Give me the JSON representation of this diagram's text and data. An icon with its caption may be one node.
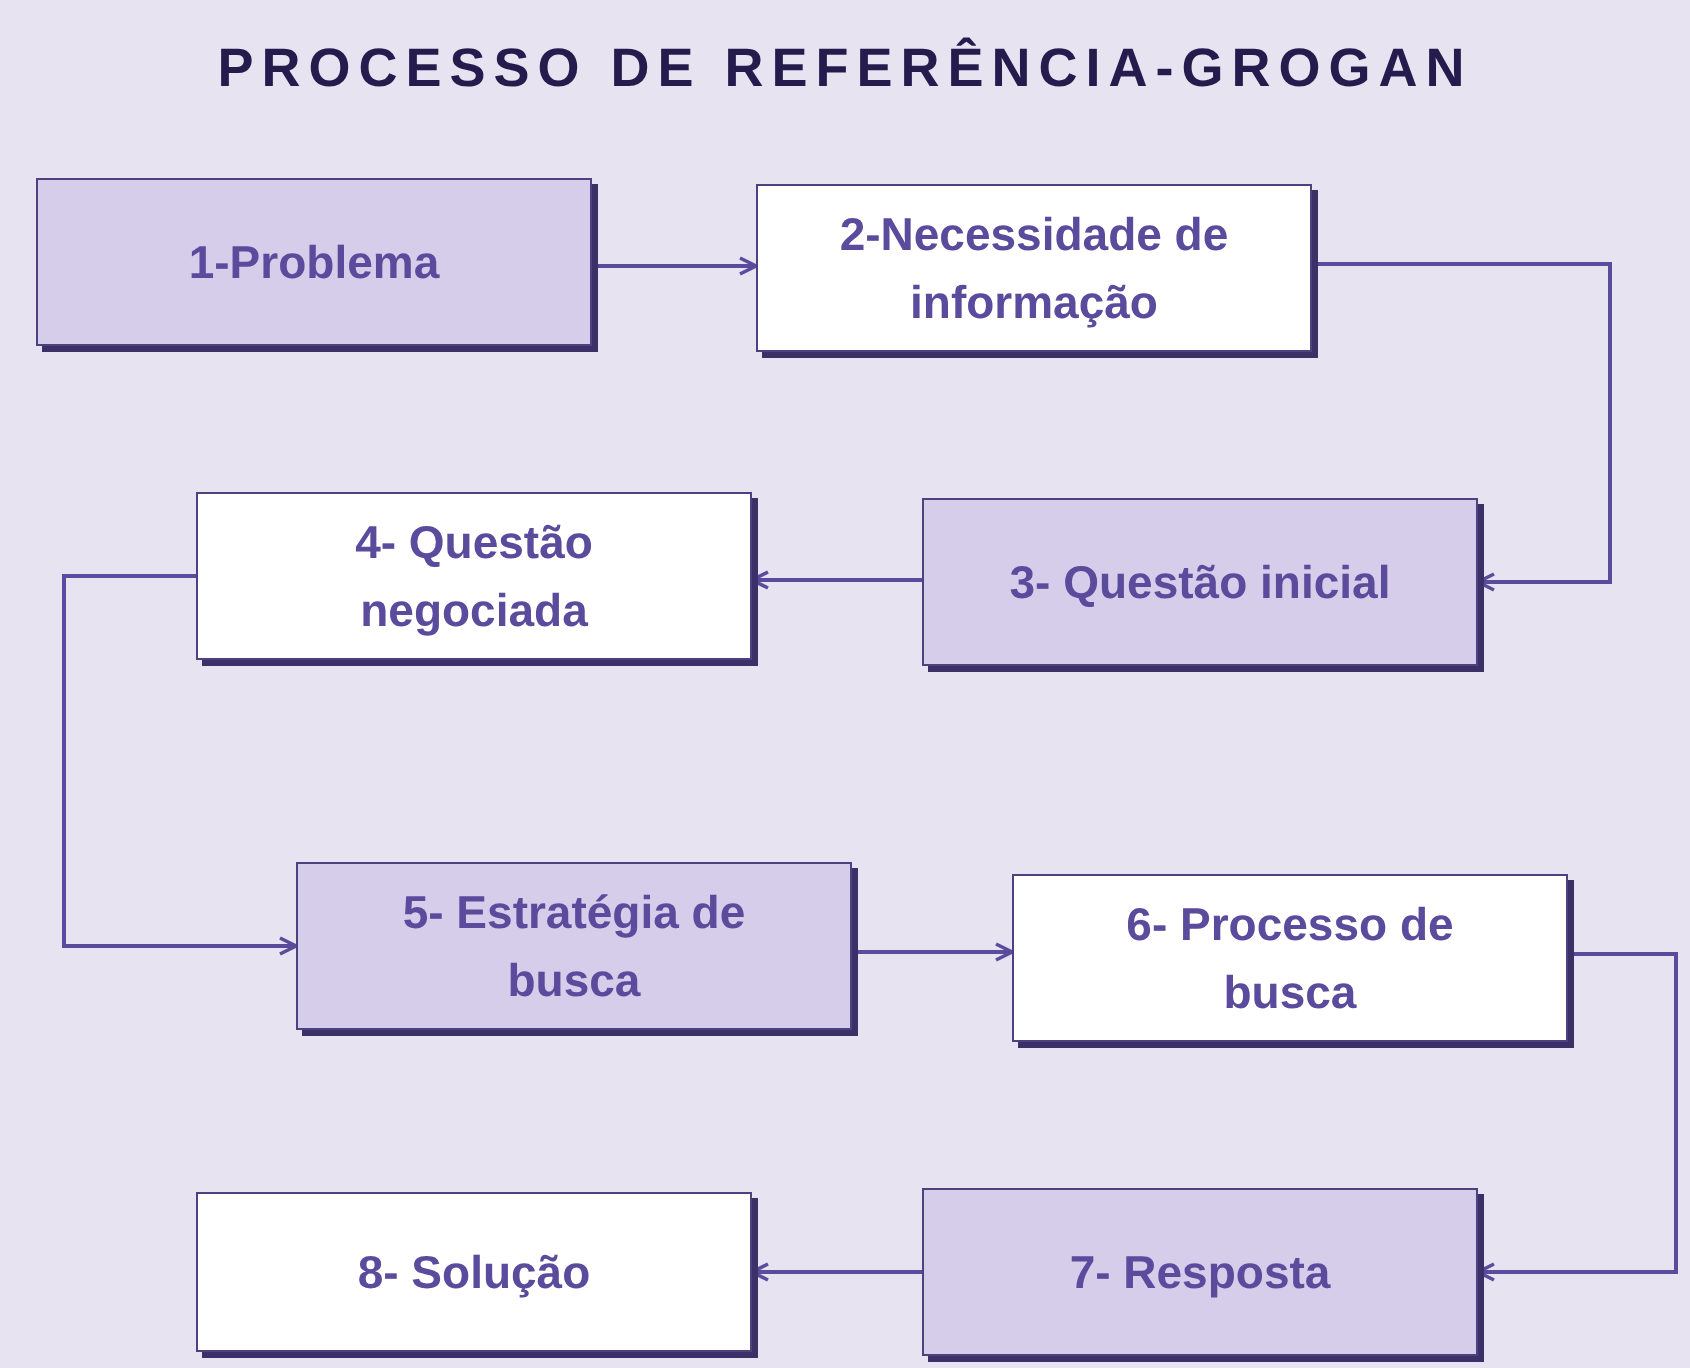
{
  "diagram": {
    "title": "PROCESSO DE REFERÊNCIA-GROGAN",
    "nodes": [
      {
        "text": [
          "1-Problema"
        ]
      },
      {
        "text": [
          "2-Necessidade de informação"
        ]
      },
      {
        "text": [
          "3- Questão inicial"
        ]
      },
      {
        "text": [
          "4- Questão negociada"
        ]
      },
      {
        "text": [
          "5- Estratégia de busca"
        ]
      },
      {
        "text": [
          "6- Processo de busca"
        ]
      },
      {
        "text": [
          "7- Resposta"
        ]
      },
      {
        "text": [
          "8- Solução"
        ]
      }
    ],
    "edges": [
      {
        "from": 0,
        "to": 1,
        "arrow": "to"
      },
      {
        "from": 1,
        "to": 2,
        "arrow": "to"
      },
      {
        "from": 2,
        "to": 3,
        "arrow": "to"
      },
      {
        "from": 3,
        "to": 4,
        "arrow": "to"
      },
      {
        "from": 4,
        "to": 5,
        "arrow": "to"
      },
      {
        "from": 5,
        "to": 6,
        "arrow": "to"
      },
      {
        "from": 6,
        "to": 7,
        "arrow": "to"
      }
    ]
  }
}
